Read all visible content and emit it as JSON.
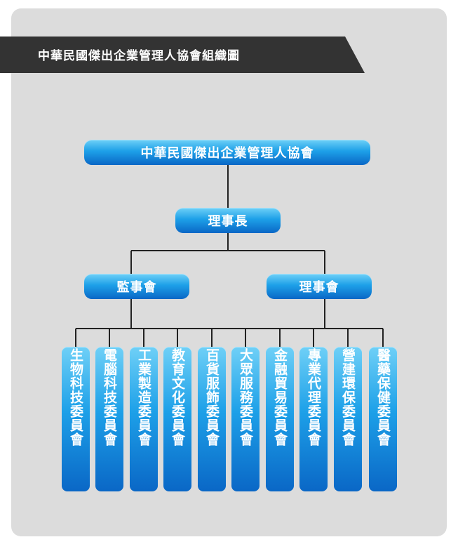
{
  "header": {
    "title": "中華民國傑出企業管理人協會組織圖"
  },
  "org": {
    "root": "中華民國傑出企業管理人協會",
    "director": "理事長",
    "boards": {
      "supervisors": "監事會",
      "directors": "理事會"
    },
    "committees": [
      "生物科技委員會",
      "電腦科技委員會",
      "工業製造委員會",
      "教育文化委員會",
      "百貨服飾委員會",
      "大眾服務委員會",
      "金融貿易委員會",
      "專業代理委員會",
      "營建環保委員會",
      "醫藥保健委員會"
    ]
  },
  "colors": {
    "panel": "#dcdcdc",
    "banner": "#333333",
    "node_light": "#6fd0f7",
    "node_dark": "#0a67c6",
    "connector": "#222222"
  }
}
